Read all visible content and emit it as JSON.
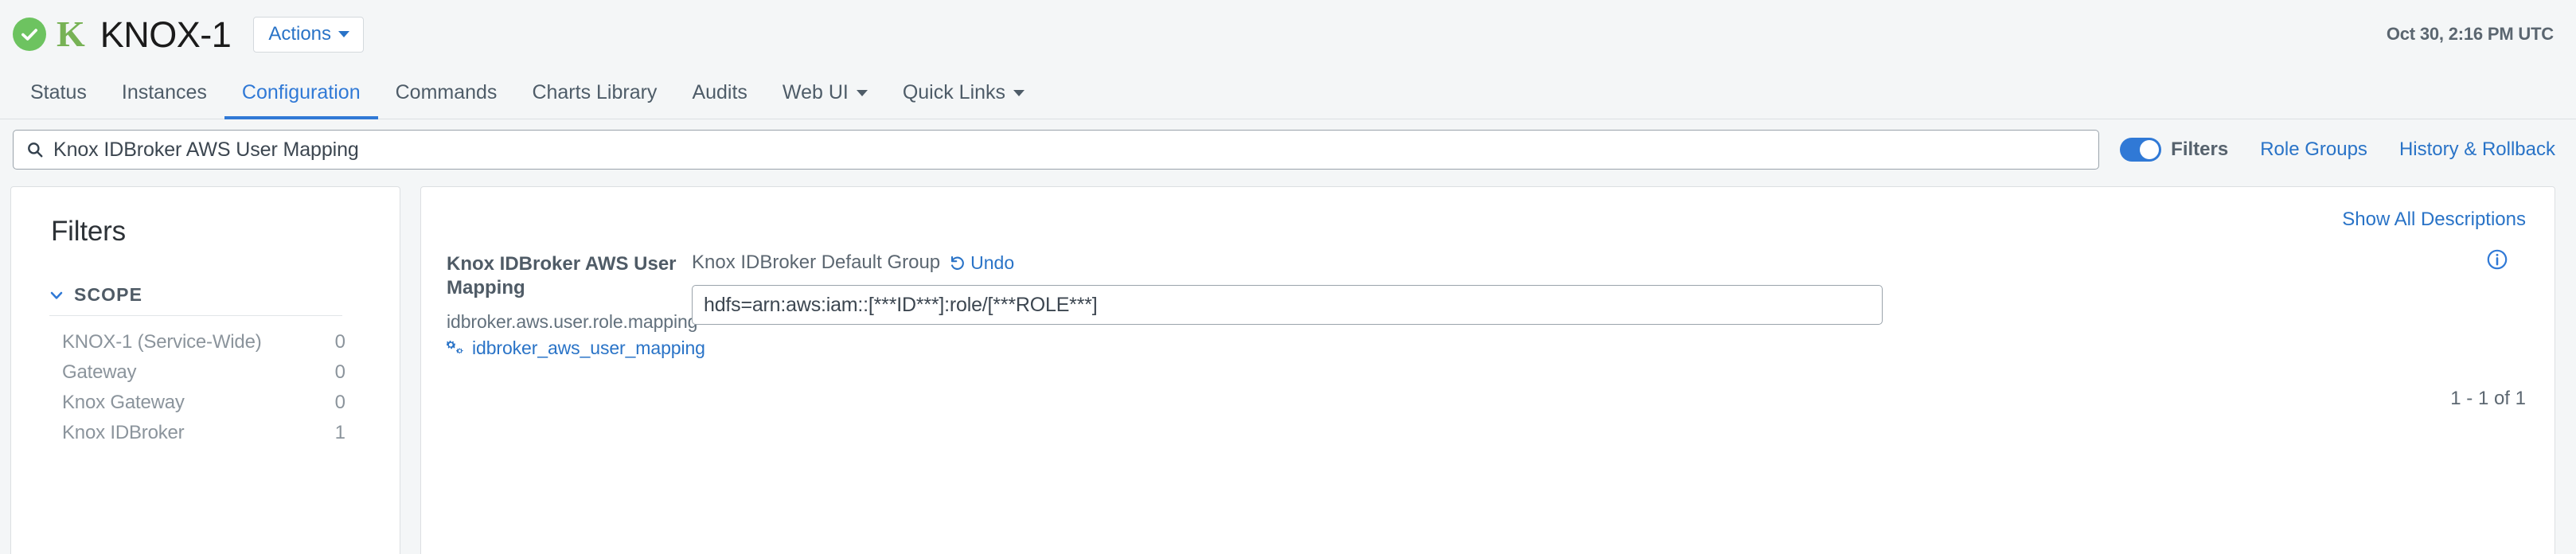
{
  "header": {
    "status_icon": "check-circle-icon",
    "logo_letter": "K",
    "cluster_title": "KNOX-1",
    "actions_label": "Actions",
    "timestamp": "Oct 30, 2:16 PM UTC",
    "accent_green": "#6dc360",
    "accent_blue": "#3079d6"
  },
  "nav": {
    "items": [
      {
        "label": "Status",
        "active": false,
        "caret": false
      },
      {
        "label": "Instances",
        "active": false,
        "caret": false
      },
      {
        "label": "Configuration",
        "active": true,
        "caret": false
      },
      {
        "label": "Commands",
        "active": false,
        "caret": false
      },
      {
        "label": "Charts Library",
        "active": false,
        "caret": false
      },
      {
        "label": "Audits",
        "active": false,
        "caret": false
      },
      {
        "label": "Web UI",
        "active": false,
        "caret": true
      },
      {
        "label": "Quick Links",
        "active": false,
        "caret": true
      }
    ]
  },
  "search": {
    "icon": "search-icon",
    "value": "Knox IDBroker AWS User Mapping",
    "placeholder": "Search"
  },
  "toolbar": {
    "filters_label": "Filters",
    "filters_toggle_on": true,
    "role_groups_label": "Role Groups",
    "history_rollback_label": "History & Rollback"
  },
  "filters_panel": {
    "heading": "Filters",
    "scope": {
      "title": "SCOPE",
      "expanded": true,
      "items": [
        {
          "label": "KNOX-1 (Service-Wide)",
          "count": "0"
        },
        {
          "label": "Gateway",
          "count": "0"
        },
        {
          "label": "Knox Gateway",
          "count": "0"
        },
        {
          "label": "Knox IDBroker",
          "count": "1"
        }
      ]
    }
  },
  "config_panel": {
    "show_all_descriptions": "Show All Descriptions",
    "info_icon": "info-circle-icon",
    "pager": "1 - 1 of 1",
    "property": {
      "display_name": "Knox IDBroker AWS User Mapping",
      "key": "idbroker.aws.user.role.mapping",
      "link_icon": "cogs-icon",
      "link_label": "idbroker_aws_user_mapping",
      "group_label": "Knox IDBroker Default Group",
      "undo_icon": "undo-icon",
      "undo_label": "Undo",
      "value": "hdfs=arn:aws:iam::[***ID***]:role/[***ROLE***]"
    }
  }
}
